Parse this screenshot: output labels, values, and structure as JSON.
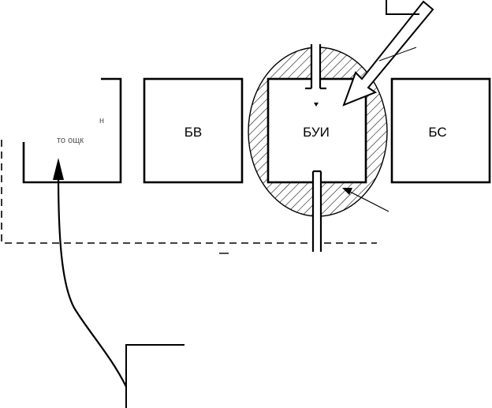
{
  "blocks": {
    "left": {
      "label": "",
      "partial_text_1": "н",
      "partial_text_2": "то ощк"
    },
    "bv": {
      "label": "БВ"
    },
    "bui": {
      "label": "БУИ"
    },
    "bs": {
      "label": "БС"
    }
  },
  "colors": {
    "ink": "#000000",
    "background": "#ffffff",
    "faint": "#555555"
  }
}
